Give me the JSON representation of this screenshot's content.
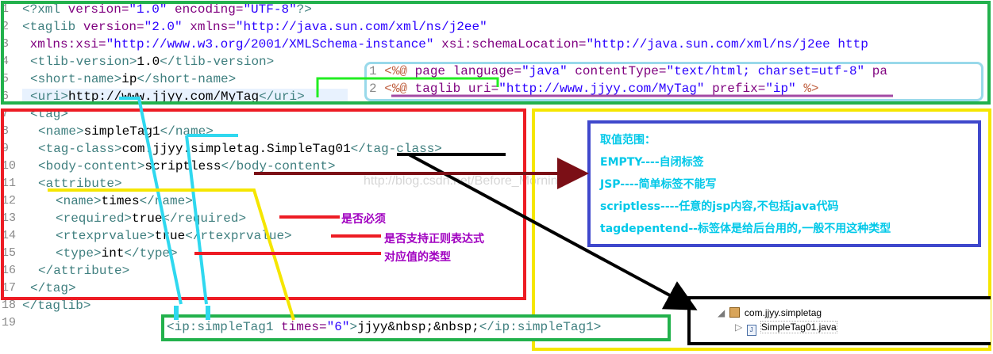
{
  "editor": {
    "line_numbers": [
      "1",
      "2",
      "3",
      "4",
      "5",
      "6",
      "7",
      "8",
      "9",
      "10",
      "11",
      "12",
      "13",
      "14",
      "15",
      "16",
      "17",
      "18",
      "19"
    ],
    "lines": {
      "l1": {
        "tag": "<?xml ",
        "a1": "version=",
        "v1": "\"1.0\"",
        "a2": " encoding=",
        "v2": "\"UTF-8\"",
        "end": "?>"
      },
      "l2": {
        "tag": "<taglib ",
        "a1": "version=",
        "v1": "\"2.0\"",
        "a2": " xmlns=",
        "v2": "\"http://java.sun.com/xml/ns/j2ee\""
      },
      "l3": {
        "a1": " xmlns:xsi=",
        "v1": "\"http://www.w3.org/2001/XMLSchema-instance\"",
        "a2": " xsi:schemaLocation=",
        "v2": "\"http://java.sun.com/xml/ns/j2ee http"
      },
      "l4": {
        "open": "<tlib-version>",
        "text": "1.0",
        "close": "</tlib-version>"
      },
      "l5": {
        "open": "<short-name>",
        "text": "ip",
        "close": "</short-name>"
      },
      "l6": {
        "open": "<uri>",
        "text": "http://www.jjyy.com/MyTag",
        "close": "</uri>"
      },
      "l7": {
        "open": "<tag>"
      },
      "l8": {
        "open": "<name>",
        "text": "simpleTag1",
        "close": "</name>"
      },
      "l9": {
        "open": "<tag-class>",
        "text": "com.jjyy.simpletag.SimpleTag01",
        "close": "</tag-class>"
      },
      "l10": {
        "open": "<body-content>",
        "text": "scriptless",
        "close": "</body-content>"
      },
      "l11": {
        "open": "<attribute>"
      },
      "l12": {
        "open": "<name>",
        "text": "times",
        "close": "</name>"
      },
      "l13": {
        "open": "<required>",
        "text": "true",
        "close": "</required>"
      },
      "l14": {
        "open": "<rtexprvalue>",
        "text": "true",
        "close": "</rtexprvalue>"
      },
      "l15": {
        "open": "<type>",
        "text": "int",
        "close": "</type>"
      },
      "l16": {
        "close": "</attribute>"
      },
      "l17": {
        "close": "</tag>"
      },
      "l18": {
        "close": "</taglib>"
      }
    }
  },
  "jsp_box": {
    "line1": {
      "num": "1",
      "open": "<%@ ",
      "kw": "page ",
      "a1": "language=",
      "v1": "\"java\"",
      "a2": " contentType=",
      "v2": "\"text/html; charset=utf-8\"",
      "tail": " pa"
    },
    "line2": {
      "num": "2",
      "open": "<%@ ",
      "kw": "taglib ",
      "a1": "uri=",
      "v1": "\"http://www.jjyy.com/MyTag\"",
      "a2": " prefix=",
      "v2": "\"ip\"",
      "end": " %>"
    }
  },
  "usage": {
    "open": "<ip:simpleTag1",
    "attr": " times=",
    "val": "\"6\"",
    "gt": ">",
    "body": "jjyy&nbsp;&nbsp;",
    "close": "</ip:simpleTag1>"
  },
  "notes": {
    "required": "是否必须",
    "rtexpr": "是否支持正则表达式",
    "type": "对应值的类型"
  },
  "body_content_info": {
    "title": "取值范围：",
    "items": [
      "EMPTY----自闭标签",
      "JSP----简单标签不能写",
      "scriptless----任意的jsp内容,不包括java代码",
      "tagdepentend--标签体是给后台用的,一般不用这种类型"
    ]
  },
  "package_tree": {
    "package": "com.jjyy.simpletag",
    "file": "SimpleTag01.java"
  },
  "watermark": "http://blog.csdn.net/Before_Morning",
  "colors": {
    "green": "#22b14c",
    "red": "#ed1c24",
    "yellow": "#f5e600",
    "blue": "#3f48cc",
    "cyan": "#2fd8ef",
    "lightblue": "#99d9ea",
    "purple": "#a349a4",
    "darkred": "#7b0f16",
    "note_purple": "#a000c0",
    "info_cyan": "#00c8e8"
  }
}
